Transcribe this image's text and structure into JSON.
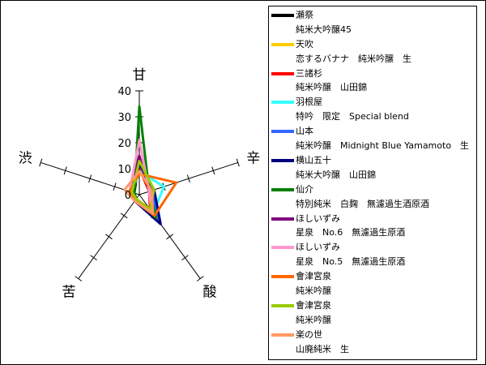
{
  "chart_data": {
    "type": "radar",
    "title": "",
    "axes": [
      "甘",
      "辛",
      "酸",
      "苦",
      "渋"
    ],
    "rlim": [
      0,
      40
    ],
    "ticks": [
      0,
      10,
      20,
      30,
      40
    ],
    "tick_labels": [
      "0",
      "10",
      "20",
      "30",
      "40"
    ],
    "legend_position": "right",
    "series": [
      {
        "name": "瀬祭",
        "product": "純米大吟醸45",
        "color": "#000000",
        "values": [
          14,
          5,
          10,
          2,
          2
        ]
      },
      {
        "name": "天吹",
        "product": "恋するバナナ　純米吟醸　生",
        "color": "#ffcc00",
        "values": [
          10,
          4,
          8,
          3,
          3
        ]
      },
      {
        "name": "三諸杉",
        "product": "純米吟醸　山田錦",
        "color": "#ff0000",
        "values": [
          10,
          4,
          7,
          2,
          3
        ]
      },
      {
        "name": "羽根屋",
        "product": "特吟　限定　Special blend",
        "color": "#33ffff",
        "values": [
          9,
          10,
          9,
          2,
          3
        ]
      },
      {
        "name": "山本",
        "product": "純米吟醸　Midnight Blue Yamamoto　生",
        "color": "#3366ff",
        "values": [
          12,
          5,
          13,
          3,
          4
        ]
      },
      {
        "name": "横山五十",
        "product": "純米大吟醸　山田錦",
        "color": "#000080",
        "values": [
          12,
          6,
          14,
          3,
          3
        ]
      },
      {
        "name": "仙介",
        "product": "特別純米　白麹　無濾過生酒原酒",
        "color": "#008000",
        "values": [
          34,
          4,
          11,
          2,
          2
        ]
      },
      {
        "name": "ほしいずみ",
        "product": "星泉　No.6　無濾過生原酒",
        "color": "#800080",
        "values": [
          15,
          4,
          9,
          2,
          3
        ]
      },
      {
        "name": "ほしいずみ",
        "product": "星泉　No.5　無濾過生原酒",
        "color": "#ff99cc",
        "values": [
          21,
          4,
          8,
          2,
          4
        ]
      },
      {
        "name": "會津宮泉",
        "product": "純米吟醸",
        "color": "#ff6600",
        "values": [
          8,
          15,
          10,
          3,
          4
        ]
      },
      {
        "name": "會津宮泉",
        "product": "純米吟醸",
        "color": "#99cc00",
        "values": [
          13,
          6,
          7,
          2,
          3
        ]
      },
      {
        "name": "楽の世",
        "product": "山廃純米　生",
        "color": "#ff9966",
        "values": [
          9,
          5,
          9,
          3,
          6
        ]
      }
    ]
  }
}
